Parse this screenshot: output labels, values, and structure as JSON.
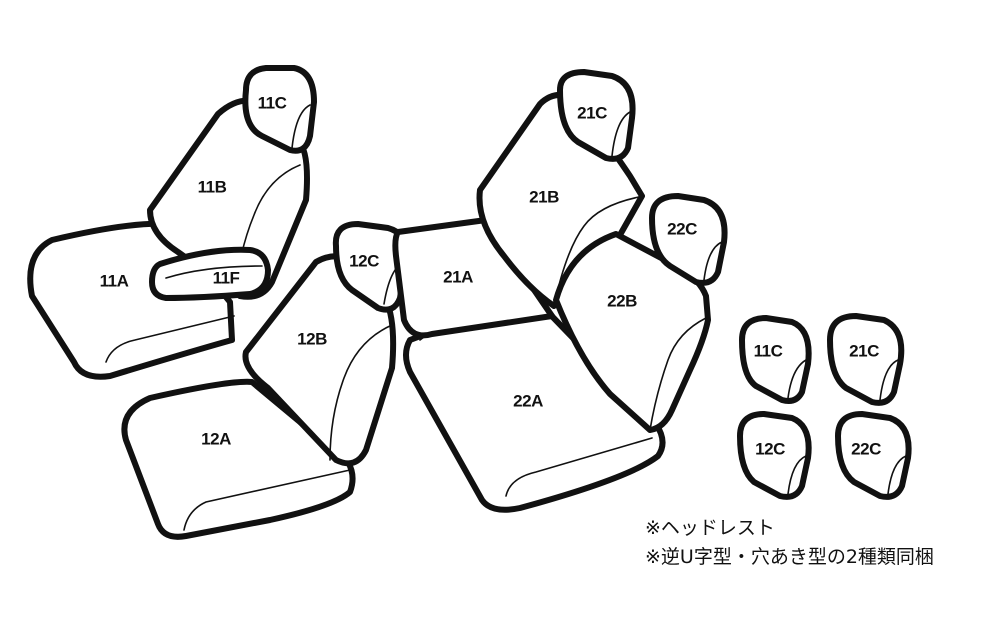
{
  "labels": {
    "p11a": "11A",
    "p11b": "11B",
    "p11c": "11C",
    "p11f": "11F",
    "p12a": "12A",
    "p12b": "12B",
    "p12c": "12C",
    "p21a": "21A",
    "p21b": "21B",
    "p21c": "21C",
    "p22a": "22A",
    "p22b": "22B",
    "p22c": "22C",
    "h11c": "11C",
    "h21c": "21C",
    "h12c": "12C",
    "h22c": "22C"
  },
  "notes": {
    "line1": "※ヘッドレスト",
    "line2": "※逆U字型・穴あき型の2種類同梱"
  }
}
